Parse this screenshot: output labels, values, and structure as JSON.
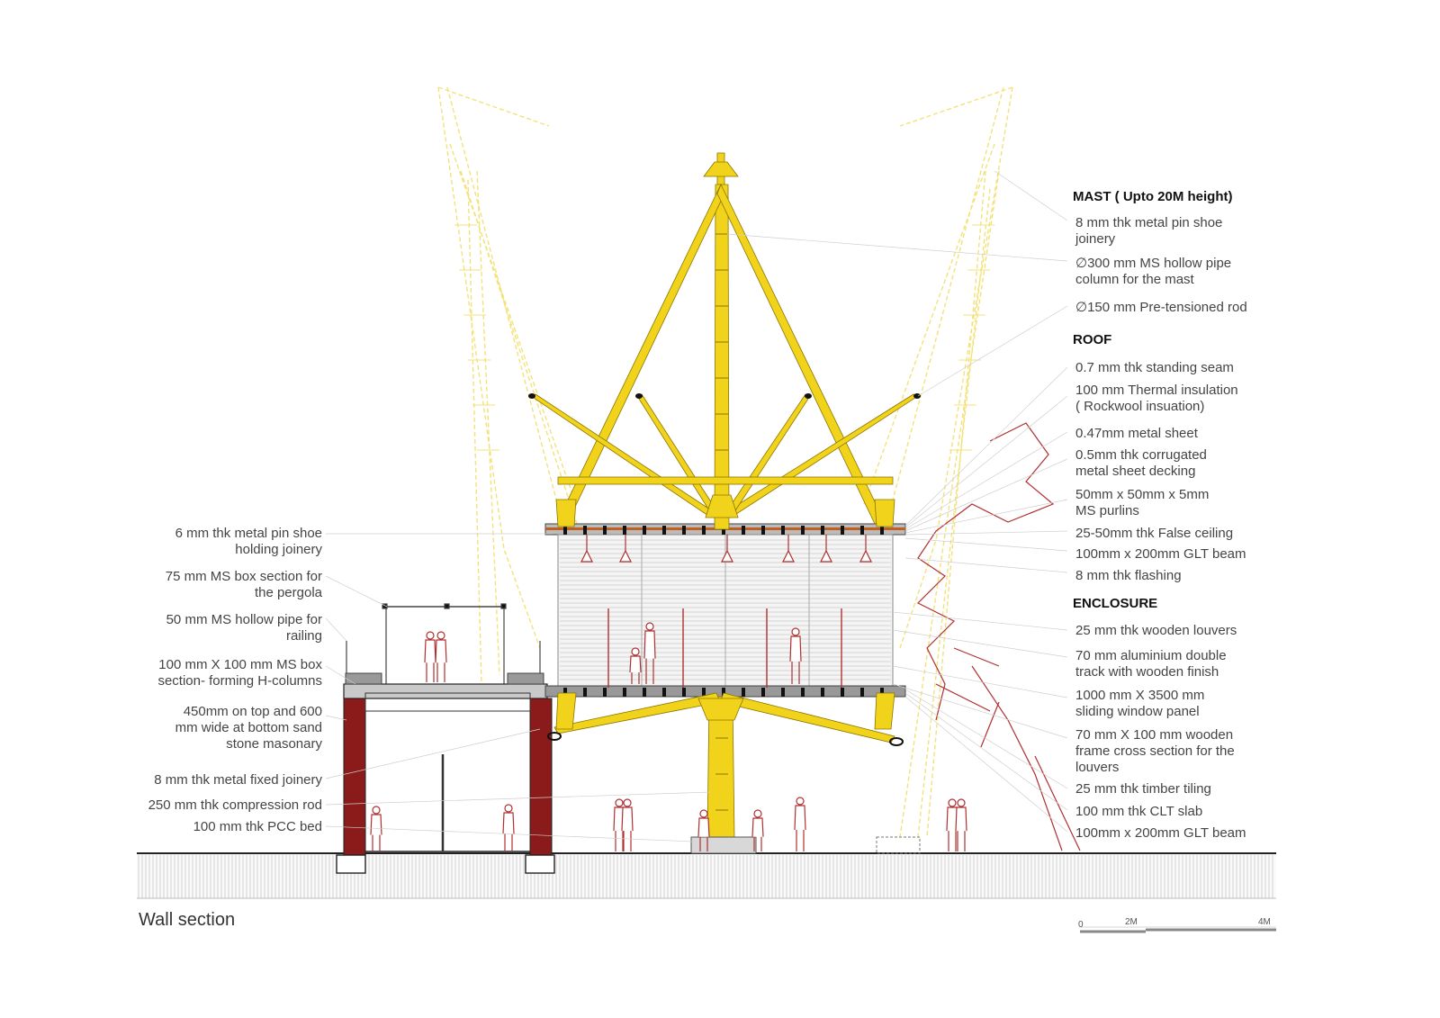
{
  "caption": "Wall section",
  "colors": {
    "structure_yellow": "#f2d31b",
    "masonry_red": "#8b1a1a",
    "figure_red": "#b03030",
    "line_grey": "#777777"
  },
  "right_sections": [
    {
      "title": "MAST  ( Upto 20M height)",
      "items": [
        "8 mm thk metal pin shoe\n joinery",
        "∅300 mm MS hollow pipe\ncolumn for the mast",
        "∅150 mm Pre-tensioned rod"
      ]
    },
    {
      "title": "ROOF",
      "items": [
        "0.7 mm thk standing seam",
        "100 mm Thermal insulation\n ( Rockwool insuation)",
        "0.47mm metal sheet",
        "0.5mm thk corrugated\nmetal sheet decking",
        "50mm x 50mm x 5mm\nMS purlins",
        "25-50mm thk False ceiling",
        "100mm x 200mm GLT beam",
        "8 mm thk flashing"
      ]
    },
    {
      "title": "ENCLOSURE",
      "items": [
        "25 mm thk wooden louvers",
        "70 mm aluminium double\ntrack with wooden finish",
        "1000 mm X 3500 mm\nsliding window panel",
        "70 mm X 100 mm wooden\nframe cross section for the\nlouvers",
        "25 mm thk timber tiling",
        "100 mm thk CLT slab",
        "100mm x 200mm GLT beam"
      ]
    }
  ],
  "left_labels": [
    "6 mm thk metal pin shoe\nholding joinery",
    "75 mm MS box section for\nthe pergola",
    "50 mm MS hollow pipe for\nrailing",
    "100 mm X 100 mm MS box\nsection- forming H-columns",
    "450mm on top and 600\nmm wide at bottom sand\nstone masonary",
    "8 mm thk metal fixed joinery",
    "250 mm thk compression rod",
    "100 mm thk PCC bed"
  ],
  "scale_bar": {
    "ticks": [
      "0",
      "2M",
      "4M"
    ]
  }
}
